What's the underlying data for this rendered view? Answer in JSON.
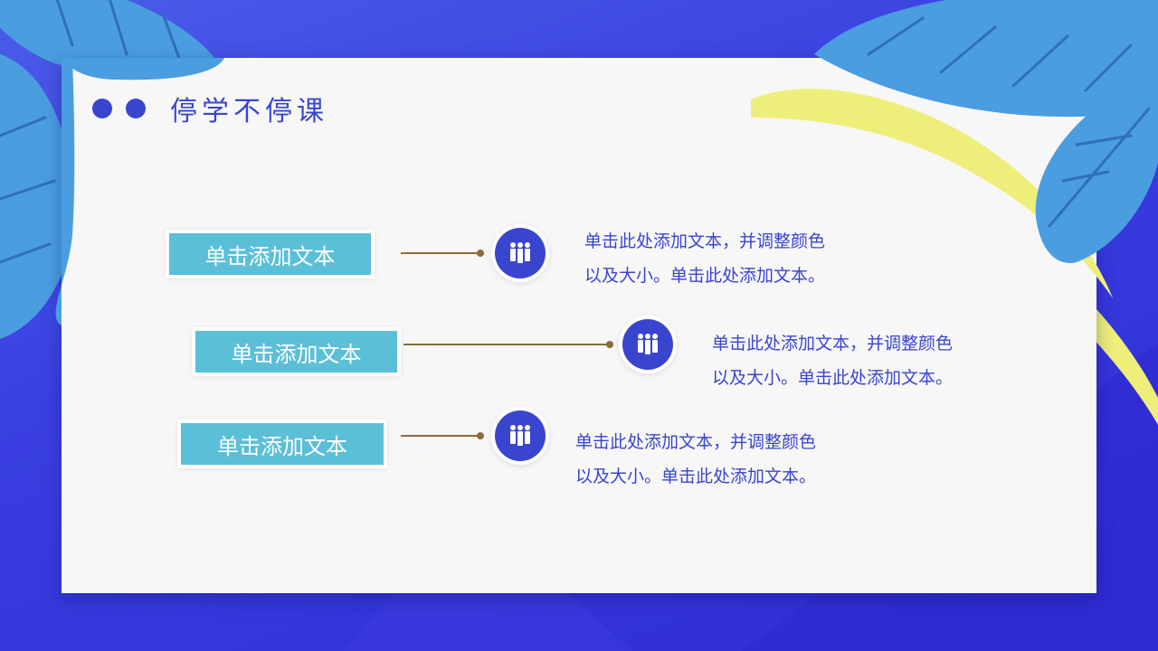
{
  "slide": {
    "title": "停学不停课"
  },
  "rows": [
    {
      "label": "单击添加文本",
      "desc_line1": "单击此处添加文本，并调整颜色",
      "desc_line2": "以及大小。单击此处添加文本。"
    },
    {
      "label": "单击添加文本",
      "desc_line1": "单击此处添加文本，并调整颜色",
      "desc_line2": "以及大小。单击此处添加文本。"
    },
    {
      "label": "单击添加文本",
      "desc_line1": "单击此处添加文本，并调整颜色",
      "desc_line2": "以及大小。单击此处添加文本。"
    }
  ],
  "icons": {
    "row_icon": "team-people-icon"
  },
  "colors": {
    "background": "#3a3fe0",
    "accent": "#3a45cf",
    "label_fill": "#5bbfd8",
    "leaf": "#4a9ee0",
    "swoosh": "#eeee7a",
    "connector": "#8b6a3e"
  }
}
